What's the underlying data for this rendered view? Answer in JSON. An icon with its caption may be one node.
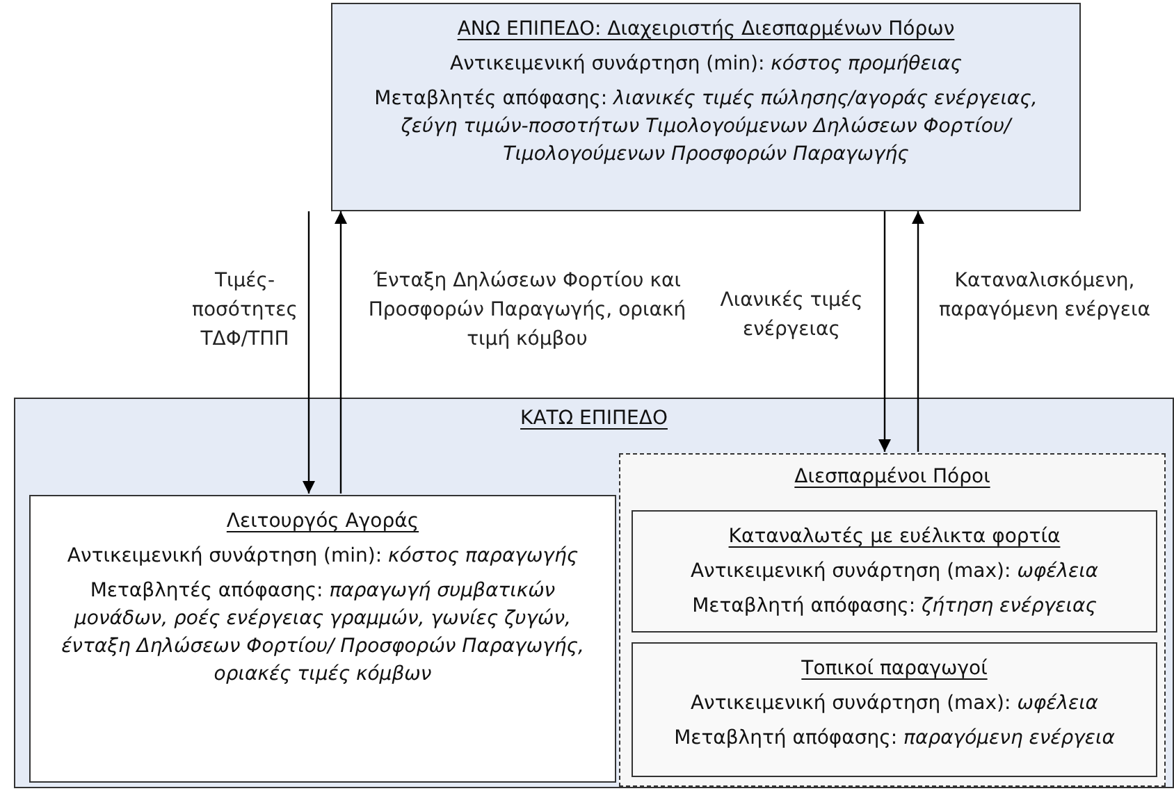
{
  "diagram": {
    "nodes": [
      {
        "text": [
          "ΑΝΩ ΕΠΙΠΕΔΟ: Διαχειριστής Διεσπαρμένων Πόρων",
          "Αντικειμενική συνάρτηση (min): *κόστος προμήθειας*",
          "Μεταβλητές απόφασης: *λιανικές τιμές πώλησης/αγοράς ενέργειας, ζεύγη τιμών-ποσοτήτων Τιμολογούμενων Δηλώσεων Φορτίου/ Τιμολογούμενων Προσφορών Παραγωγής*"
        ]
      },
      {
        "text": [
          "ΚΑΤΩ ΕΠΙΠΕΔΟ"
        ]
      },
      {
        "text": [
          "Λειτουργός Αγοράς",
          "Αντικειμενική συνάρτηση (min): *κόστος παραγωγής*",
          "Μεταβλητές απόφασης: *παραγωγή συμβατικών μονάδων, ροές ενέργειας γραμμών, γωνίες ζυγών, ένταξη Δηλώσεων Φορτίου/ Προσφορών Παραγωγής, οριακές τιμές κόμβων*"
        ],
        "in": 1
      },
      {
        "text": [
          "Διεσπαρμένοι Πόροι"
        ],
        "in": 1
      },
      {
        "text": [
          "Καταναλωτές με ευέλικτα φορτία",
          "Αντικειμενική συνάρτηση (max): *ωφέλεια*",
          "Μεταβλητή απόφασης: *ζήτηση ενέργειας*"
        ],
        "in": 3
      },
      {
        "text": [
          "Τοπικοί παραγωγοί",
          "Αντικειμενική συνάρτηση (max): *ωφέλεια*",
          "Μεταβλητή απόφασης: *παραγόμενη ενέργεια*"
        ],
        "in": 3
      }
    ],
    "edges": [
      {
        "from": 0,
        "to": 2,
        "arrow": "to",
        "label": "Τιμές-ποσότητες ΤΔΦ/ΤΠΠ"
      },
      {
        "from": 2,
        "to": 0,
        "arrow": "to",
        "label": "Ένταξη Δηλώσεων Φορτίου και Προσφορών Παραγωγής, οριακή τιμή κόμβου"
      },
      {
        "from": 0,
        "to": 3,
        "arrow": "to",
        "label": "Λιανικές τιμές ενέργειας"
      },
      {
        "from": 3,
        "to": 0,
        "arrow": "to",
        "label": "Καταναλισκόμενη, παραγόμενη ενέργεια"
      }
    ]
  }
}
